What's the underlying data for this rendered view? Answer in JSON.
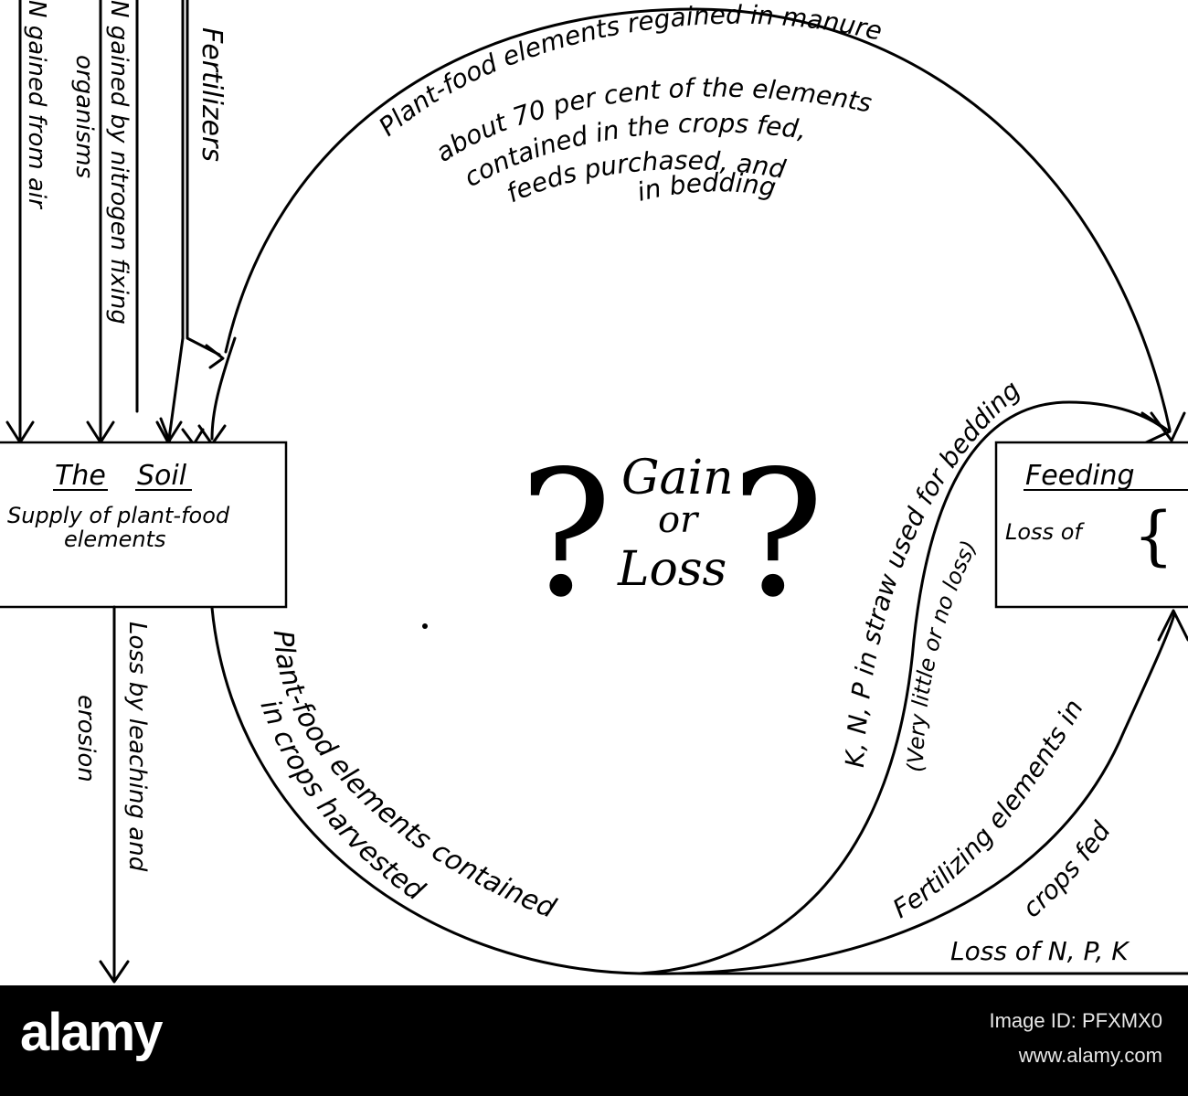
{
  "diagram": {
    "center": {
      "q_left": "?",
      "q_right": "?",
      "gain": "Gain",
      "or": "or",
      "loss": "Loss"
    },
    "soil_box": {
      "title_the": "The",
      "title_soil": "Soil",
      "line1": "Supply of plant-food",
      "line2": "elements"
    },
    "feeding_box": {
      "title": "Feeding",
      "loss_of": "Loss of"
    },
    "inputs": {
      "air": "N gained from air",
      "fixing_1": "N gained by nitrogen fixing",
      "fixing_2": "organisms",
      "fertilizers": "Fertilizers"
    },
    "manure": {
      "line1": "Plant-food elements regained in manure",
      "line2": "about 70 per cent of the elements",
      "line3": "contained in the crops fed,",
      "line4": "feeds purchased, and",
      "line5": "in bedding"
    },
    "straw": {
      "line1": "K, N, P in straw used for bedding",
      "line2": "(Very little or no loss)"
    },
    "crops_fed": {
      "line1": "Fertilizing elements in",
      "line2": "crops fed"
    },
    "harvested": {
      "line1": "Plant-food elements contained",
      "line2": "in crops harvested"
    },
    "leaching": {
      "line1": "Loss by leaching and",
      "line2": "erosion"
    },
    "bottom_loss": "Loss of N, P, K"
  },
  "footer": {
    "logo": "alamy",
    "image_id": "Image ID: PFXMX0",
    "url": "www.alamy.com"
  }
}
